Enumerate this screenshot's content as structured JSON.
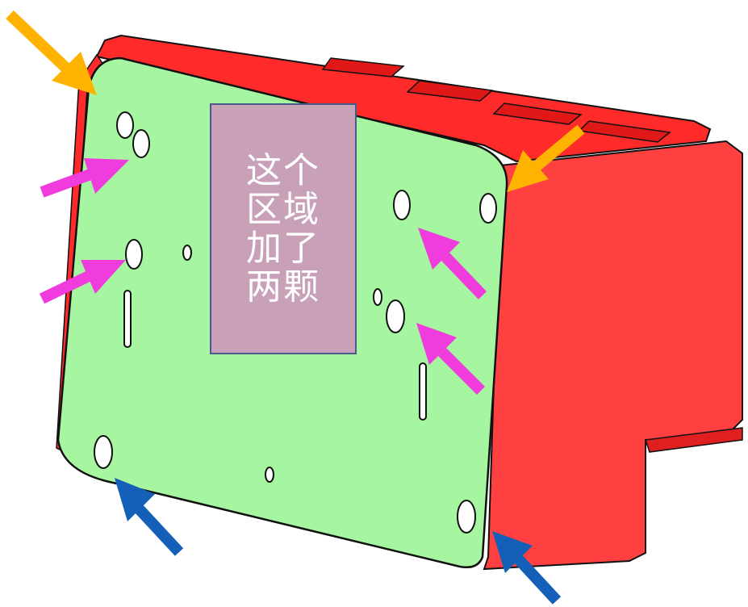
{
  "annotation": {
    "lines": [
      "这个",
      "区域",
      "加了",
      "两颗"
    ],
    "background": "#c8a0b8",
    "border": "#4a5a8a",
    "text_color": "#ffffff"
  },
  "colors": {
    "body_red": "#ff2a2a",
    "face_green": "#a6f5a0",
    "arrow_orange": "#ffb300",
    "arrow_magenta": "#f03cdc",
    "arrow_blue": "#1460b8"
  },
  "arrows": [
    {
      "color": "orange",
      "target": "top-left-corner"
    },
    {
      "color": "orange",
      "target": "top-right-corner"
    },
    {
      "color": "magenta",
      "target": "upper-left-boss"
    },
    {
      "color": "magenta",
      "target": "middle-left-boss"
    },
    {
      "color": "magenta",
      "target": "upper-right-boss"
    },
    {
      "color": "magenta",
      "target": "middle-right-boss"
    },
    {
      "color": "blue",
      "target": "bottom-left-hole"
    },
    {
      "color": "blue",
      "target": "bottom-right-hole"
    }
  ]
}
